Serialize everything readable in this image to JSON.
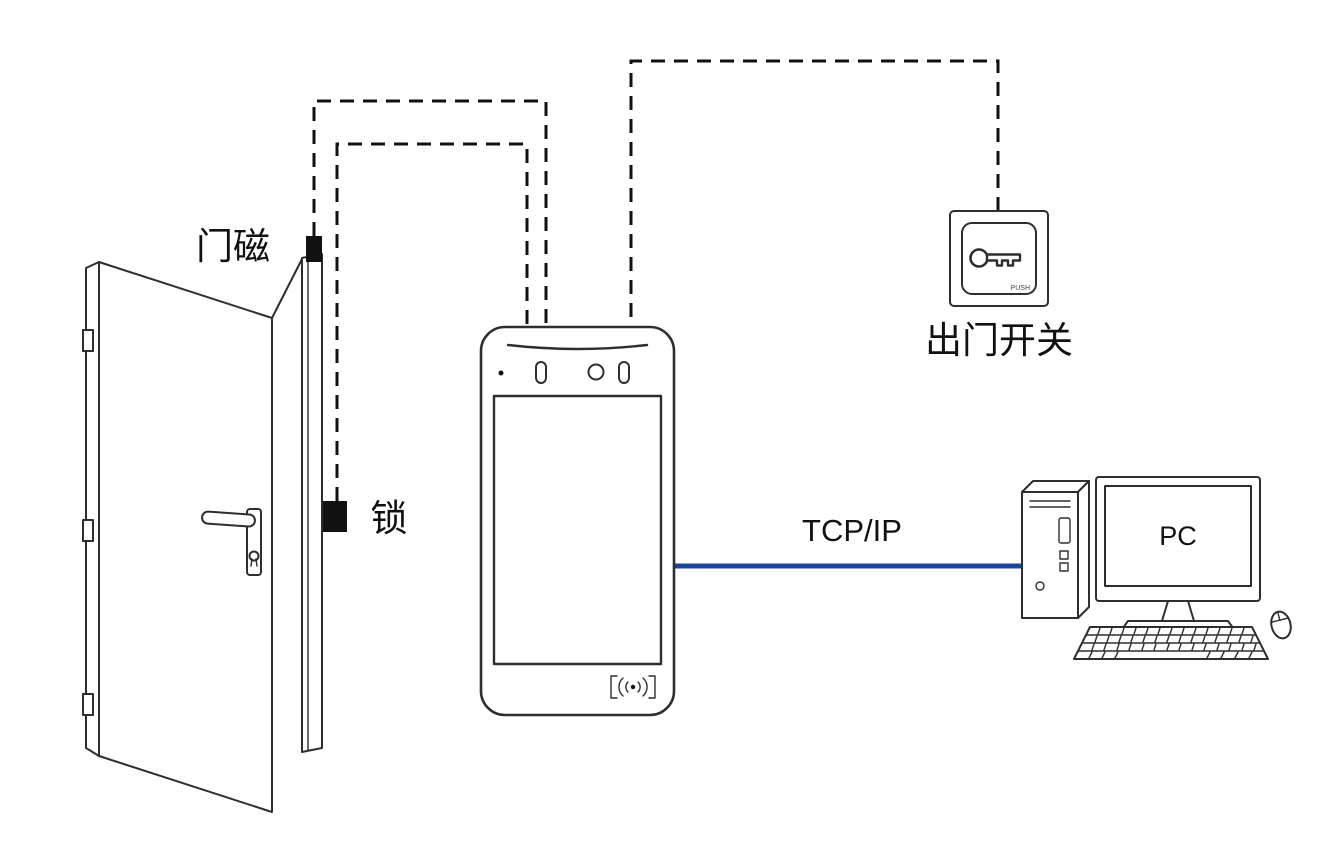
{
  "labels": {
    "door_magnet": "门磁",
    "lock": "锁",
    "exit_switch": "出门开关",
    "connection": "TCP/IP",
    "pc": "PC",
    "exit_switch_brand": "PUSH"
  },
  "colors": {
    "outline": "#2e2e2e",
    "wire_dashed": "#111111",
    "tcpip_blue": "#17479E",
    "sensor_fill": "#111111",
    "background": "#ffffff"
  },
  "icons": {
    "exit_switch_key": "key-icon",
    "terminal_card_reader": "contactless-reader-icon"
  },
  "diagram": {
    "type": "access-control-wiring-diagram",
    "nodes": [
      {
        "id": "door"
      },
      {
        "id": "door-magnet-sensor",
        "label": "门磁"
      },
      {
        "id": "lock",
        "label": "锁"
      },
      {
        "id": "access-terminal"
      },
      {
        "id": "exit-switch",
        "label": "出门开关"
      },
      {
        "id": "pc",
        "label": "PC"
      }
    ],
    "connections": [
      {
        "from": "door-magnet-sensor",
        "to": "access-terminal",
        "style": "dashed"
      },
      {
        "from": "lock",
        "to": "access-terminal",
        "style": "dashed"
      },
      {
        "from": "exit-switch",
        "to": "access-terminal",
        "style": "dashed"
      },
      {
        "from": "access-terminal",
        "to": "pc",
        "style": "solid",
        "label": "TCP/IP"
      }
    ]
  }
}
